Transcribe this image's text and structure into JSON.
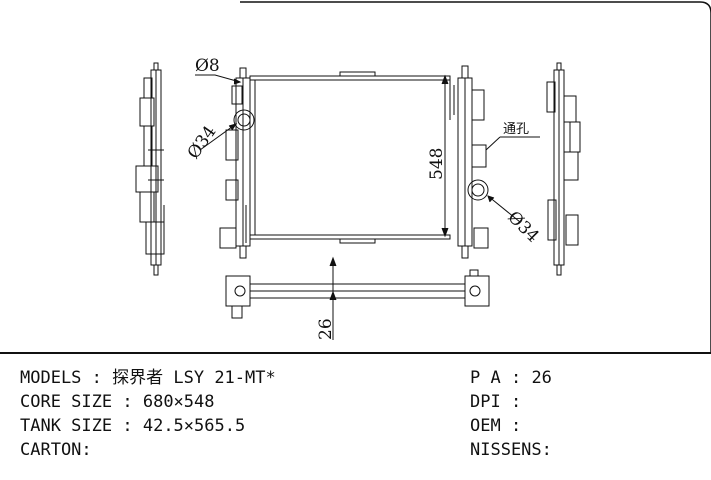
{
  "drawing": {
    "diam_top": "Ø8",
    "diam_left": "Ø34",
    "diam_right": "Ø34",
    "height_dim": "548",
    "depth_dim": "26",
    "hole_note": "通孔"
  },
  "specs": {
    "models_label": "MODELS",
    "models_sep": " : ",
    "models_value": "探界者 LSY 21-MT*",
    "core_label": "CORE SIZE",
    "core_sep": " : ",
    "core_value": "680×548",
    "tank_label": "TANK SIZE",
    "tank_sep": " : ",
    "tank_value": "42.5×565.5",
    "carton_label": "CARTON:",
    "pa_label": "P A",
    "pa_sep": " : ",
    "pa_value": "26",
    "dpi_label": "DPI",
    "dpi_sep": " :",
    "oem_label": "OEM",
    "oem_sep": " :",
    "nissens_label": "NISSENS:"
  }
}
